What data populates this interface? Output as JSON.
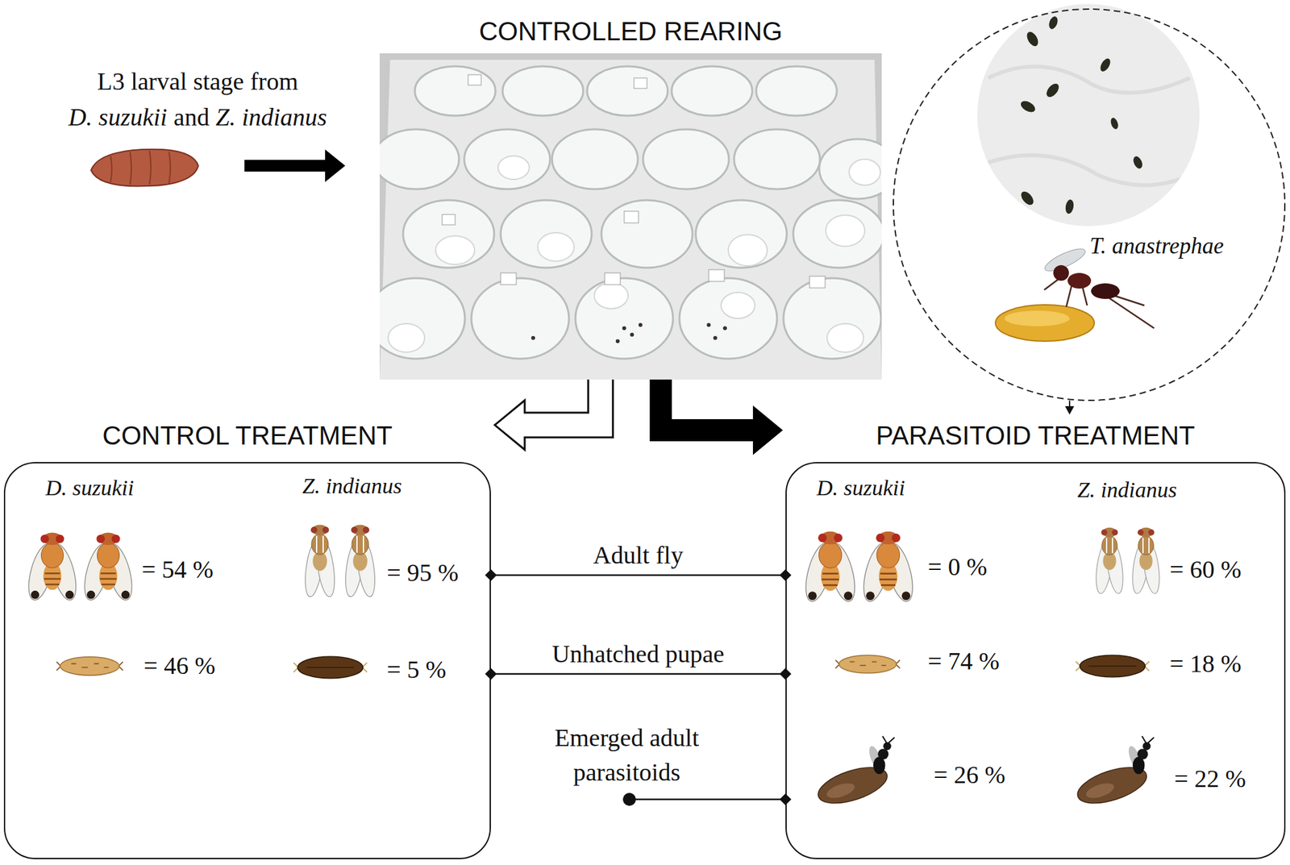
{
  "diagram": {
    "nodes": [
      {
        "text": [
          "CONTROLLED REARING"
        ]
      },
      {
        "text": [
          "T. anastrephae"
        ]
      },
      {
        "text": [
          "CONTROL TREATMENT"
        ]
      },
      {
        "text": [
          "PARASITOID TREATMENT"
        ]
      }
    ],
    "edges": [
      {
        "from": 0,
        "to": 2,
        "arrow": "to"
      },
      {
        "from": 0,
        "to": 3,
        "arrow": "to"
      },
      {
        "from": 1,
        "to": 3,
        "arrow": "to"
      },
      {
        "from": 2,
        "to": 3,
        "arrow": "none",
        "label": "Adult fly"
      },
      {
        "from": 2,
        "to": 3,
        "arrow": "none",
        "label": "Unhatched pupae"
      }
    ],
    "labels": [
      "L3 larval stage from",
      "D. suzukii",
      "and",
      "Z. indianus",
      "D. suzukii",
      "Z. indianus",
      "= 54 %",
      "= 95 %",
      "= 46 %",
      "= 5 %",
      "Emerged adult parasitoids",
      "D. suzukii",
      "Z. indianus",
      "= 0 %",
      "= 60 %",
      "= 74 %",
      "= 18 %",
      "= 26 %",
      "= 22 %"
    ]
  }
}
